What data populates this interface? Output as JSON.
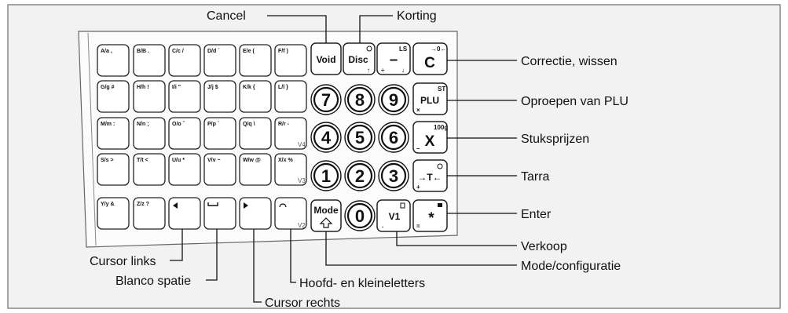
{
  "callouts": {
    "cancel": "Cancel",
    "korting": "Korting",
    "correctie": "Correctie, wissen",
    "oproepen": "Oproepen van PLU",
    "stuks": "Stuksprijzen",
    "tarra": "Tarra",
    "enter": "Enter",
    "verkoop": "Verkoop",
    "mode_config": "Mode/configuratie",
    "cursor_links": "Cursor links",
    "blanco": "Blanco spatie",
    "hoofd": "Hoofd- en kleineletters",
    "cursor_rechts": "Cursor rechts"
  },
  "letter_keys": [
    [
      "A/a ,",
      "B/B .",
      "C/c /",
      "D/d ´",
      "E/e (",
      "F/f )"
    ],
    [
      "G/g #",
      "H/h !",
      "I/i \"",
      "J/j $",
      "K/k {",
      "L/l }"
    ],
    [
      "M/m :",
      "N/n ;",
      "O/o ˆ",
      "P/p `",
      "Q/q \\",
      "R/r -"
    ],
    [
      "S/s >",
      "T/t <",
      "U/u *",
      "V/v ~",
      "W/w @",
      "X/x %"
    ],
    [
      "Y/y &",
      "Z/z ?",
      "",
      "",
      "",
      ""
    ]
  ],
  "letter_key_footnotes": {
    "row3": "V4",
    "row4": "V3",
    "row5": "V2"
  },
  "func_keys": {
    "void": "Void",
    "disc": "Disc",
    "minus": "–",
    "minus_sup": "LS",
    "minus_sub": "÷",
    "c": "C",
    "c_sup": "→0←",
    "plu": "PLU",
    "plu_sup": "ST",
    "plu_sub": "×",
    "x": "X",
    "x_sup": "100g",
    "x_sub": "–",
    "tare": "→T←",
    "tare_sub": "+",
    "star": "*",
    "star_sub": "=",
    "mode": "Mode",
    "v1": "V1",
    "v1_sub": "."
  },
  "digits": [
    "7",
    "8",
    "9",
    "4",
    "5",
    "6",
    "1",
    "2",
    "3",
    "0"
  ]
}
